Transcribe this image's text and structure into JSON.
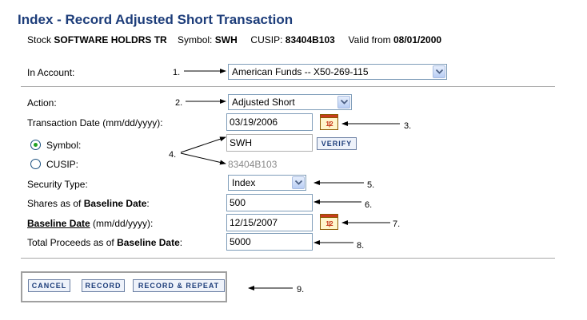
{
  "page": {
    "title": "Index - Record Adjusted Short Transaction"
  },
  "stock": {
    "stock_label": "Stock",
    "stock_name": "SOFTWARE HOLDRS TR",
    "symbol_label": "Symbol:",
    "symbol": "SWH",
    "cusip_label": "CUSIP:",
    "cusip": "83404B103",
    "valid_label": "Valid from",
    "valid_date": "08/01/2000"
  },
  "form": {
    "account_label": "In Account:",
    "account_value": "American Funds -- X50-269-115",
    "action_label": "Action:",
    "action_value": "Adjusted Short",
    "txn_date_label": "Transaction Date (mm/dd/yyyy):",
    "txn_date_value": "03/19/2006",
    "symbol_radio_label": "Symbol:",
    "symbol_value": "SWH",
    "verify_label": "VERIFY",
    "cusip_radio_label": "CUSIP:",
    "cusip_value": "83404B103",
    "security_type_label": "Security Type:",
    "security_type_value": "Index",
    "shares_label_prefix": "Shares as of ",
    "shares_label_bold": "Baseline Date",
    "shares_label_suffix": ":",
    "shares_value": "500",
    "baseline_label_bold": "Baseline Date",
    "baseline_label_suffix": " (mm/dd/yyyy):",
    "baseline_value": "12/15/2007",
    "proceeds_label_prefix": "Total Proceeds as of ",
    "proceeds_label_bold": "Baseline Date",
    "proceeds_label_suffix": ":",
    "proceeds_value": "5000",
    "calendar_icon_text": "1|2"
  },
  "buttons": {
    "cancel": "CANCEL",
    "record": "RECORD",
    "record_repeat": "RECORD & REPEAT"
  },
  "callouts": [
    "1.",
    "2.",
    "3.",
    "4.",
    "5.",
    "6.",
    "7.",
    "8.",
    "9."
  ],
  "icons": {
    "dropdown": "chevron-down-icon",
    "calendar": "calendar-icon",
    "radio_selected": "radio-selected-icon",
    "radio_unselected": "radio-unselected-icon",
    "arrow": "arrow-icon"
  },
  "colors": {
    "title": "#1d3d7a",
    "border": "#7f9db9",
    "separator": "#a8a8a8",
    "radio_dot": "#21a121"
  }
}
